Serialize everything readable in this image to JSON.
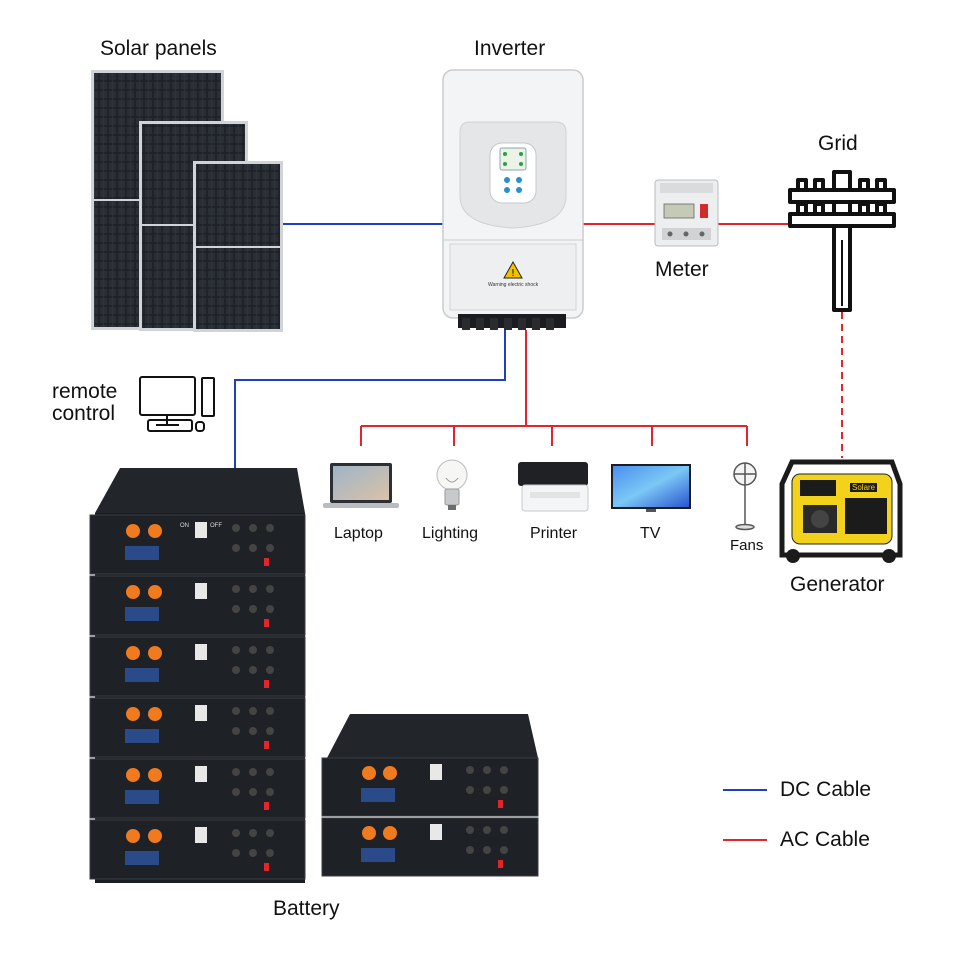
{
  "labels": {
    "solar_panels": "Solar panels",
    "inverter": "Inverter",
    "grid": "Grid",
    "meter": "Meter",
    "remote_control": "remote\ncontrol",
    "generator": "Generator",
    "battery": "Battery"
  },
  "loads": [
    {
      "key": "laptop",
      "label": "Laptop"
    },
    {
      "key": "lighting",
      "label": "Lighting"
    },
    {
      "key": "printer",
      "label": "Printer"
    },
    {
      "key": "tv",
      "label": "TV"
    },
    {
      "key": "fans",
      "label": "Fans"
    }
  ],
  "legend": [
    {
      "label": "DC Cable",
      "color": "#1f3fbf"
    },
    {
      "label": "AC Cable",
      "color": "#e0262a"
    }
  ],
  "inverter_panel_text": "Warning electric shock",
  "battery_switch_labels": {
    "on": "ON",
    "off": "OFF"
  },
  "generator_brand": "Solare",
  "colors": {
    "dc": "#1f3fbf",
    "ac": "#e0262a",
    "battery_body": "#1e2126",
    "battery_terminal": "#f07a1e",
    "generator_yellow": "#f2d21a"
  }
}
